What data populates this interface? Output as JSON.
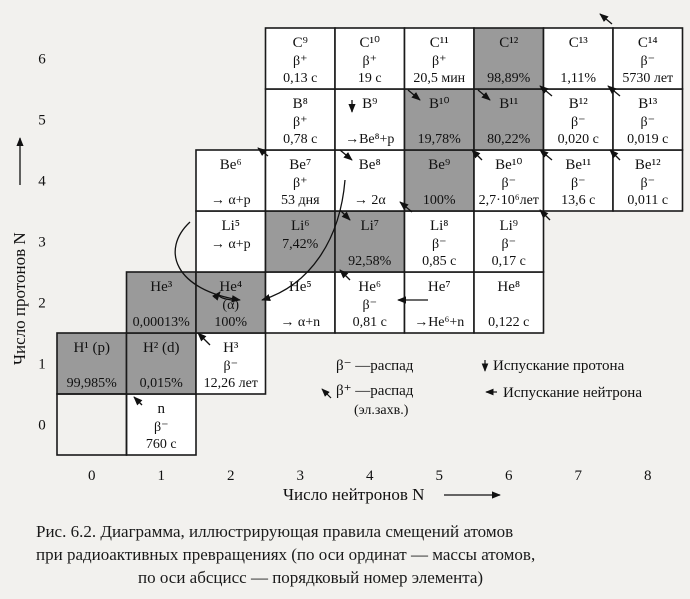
{
  "axes": {
    "y_label": "Число протонов N",
    "x_label": "Число нейтронов N",
    "x_ticks": [
      "0",
      "1",
      "2",
      "3",
      "4",
      "5",
      "6",
      "7",
      "8"
    ],
    "y_ticks": [
      "0",
      "1",
      "2",
      "3",
      "4",
      "5",
      "6"
    ]
  },
  "colors": {
    "shaded": "#9a9a9a",
    "white": "#ffffff",
    "line": "#1a1a1a"
  },
  "cells": [
    {
      "col": 1,
      "row": 0,
      "shaded": false,
      "name": "n",
      "lines": [
        "β⁻",
        "760 с"
      ]
    },
    {
      "col": 0,
      "row": 1,
      "shaded": true,
      "name": "H¹ (p)",
      "lines": [
        "",
        "99,985%"
      ]
    },
    {
      "col": 1,
      "row": 1,
      "shaded": true,
      "name": "H² (d)",
      "lines": [
        "",
        "0,015%"
      ]
    },
    {
      "col": 2,
      "row": 1,
      "shaded": false,
      "name": "H³",
      "lines": [
        "β⁻",
        "12,26 лет"
      ]
    },
    {
      "col": 1,
      "row": 2,
      "shaded": true,
      "name": "He³",
      "lines": [
        "",
        "0,00013%"
      ]
    },
    {
      "col": 2,
      "row": 2,
      "shaded": true,
      "name": "He⁴",
      "lines": [
        "(α)",
        "100%"
      ]
    },
    {
      "col": 3,
      "row": 2,
      "shaded": false,
      "name": "He⁵",
      "lines": [
        "",
        "→ α+n"
      ]
    },
    {
      "col": 4,
      "row": 2,
      "shaded": false,
      "name": "He⁶",
      "lines": [
        "β⁻",
        "0,81 с"
      ]
    },
    {
      "col": 5,
      "row": 2,
      "shaded": false,
      "name": "He⁷",
      "lines": [
        "",
        "→He⁶+n"
      ]
    },
    {
      "col": 6,
      "row": 2,
      "shaded": false,
      "name": "He⁸",
      "lines": [
        "",
        "0,122 с"
      ]
    },
    {
      "col": 2,
      "row": 3,
      "shaded": false,
      "name": "Li⁵",
      "lines": [
        "→ α+p",
        ""
      ]
    },
    {
      "col": 3,
      "row": 3,
      "shaded": true,
      "name": "Li⁶",
      "lines": [
        "7,42%",
        ""
      ]
    },
    {
      "col": 4,
      "row": 3,
      "shaded": true,
      "name": "Li⁷",
      "lines": [
        "",
        "92,58%"
      ]
    },
    {
      "col": 5,
      "row": 3,
      "shaded": false,
      "name": "Li⁸",
      "lines": [
        "β⁻",
        "0,85 с"
      ]
    },
    {
      "col": 6,
      "row": 3,
      "shaded": false,
      "name": "Li⁹",
      "lines": [
        "β⁻",
        "0,17 с"
      ]
    },
    {
      "col": 2,
      "row": 4,
      "shaded": false,
      "name": "Be⁶",
      "lines": [
        "",
        "→ α+p"
      ]
    },
    {
      "col": 3,
      "row": 4,
      "shaded": false,
      "name": "Be⁷",
      "lines": [
        "β⁺",
        "53 дня"
      ]
    },
    {
      "col": 4,
      "row": 4,
      "shaded": false,
      "name": "Be⁸",
      "lines": [
        "",
        "→ 2α"
      ]
    },
    {
      "col": 5,
      "row": 4,
      "shaded": true,
      "name": "Be⁹",
      "lines": [
        "",
        "100%"
      ]
    },
    {
      "col": 6,
      "row": 4,
      "shaded": false,
      "name": "Be¹⁰",
      "lines": [
        "β⁻",
        "2,7·10⁶лет"
      ]
    },
    {
      "col": 7,
      "row": 4,
      "shaded": false,
      "name": "Be¹¹",
      "lines": [
        "β⁻",
        "13,6 с"
      ]
    },
    {
      "col": 8,
      "row": 4,
      "shaded": false,
      "name": "Be¹²",
      "lines": [
        "β⁻",
        "0,011 с"
      ]
    },
    {
      "col": 3,
      "row": 5,
      "shaded": false,
      "name": "B⁸",
      "lines": [
        "β⁺",
        "0,78 с"
      ]
    },
    {
      "col": 4,
      "row": 5,
      "shaded": false,
      "name": "B⁹",
      "lines": [
        "",
        "→Be⁸+p"
      ]
    },
    {
      "col": 5,
      "row": 5,
      "shaded": true,
      "name": "B¹⁰",
      "lines": [
        "",
        "19,78%"
      ]
    },
    {
      "col": 6,
      "row": 5,
      "shaded": true,
      "name": "B¹¹",
      "lines": [
        "",
        "80,22%"
      ]
    },
    {
      "col": 7,
      "row": 5,
      "shaded": false,
      "name": "B¹²",
      "lines": [
        "β⁻",
        "0,020 с"
      ]
    },
    {
      "col": 8,
      "row": 5,
      "shaded": false,
      "name": "B¹³",
      "lines": [
        "β⁻",
        "0,019 с"
      ]
    },
    {
      "col": 3,
      "row": 6,
      "shaded": false,
      "name": "C⁹",
      "lines": [
        "β⁺",
        "0,13 с"
      ]
    },
    {
      "col": 4,
      "row": 6,
      "shaded": false,
      "name": "C¹⁰",
      "lines": [
        "β⁺",
        "19 с"
      ]
    },
    {
      "col": 5,
      "row": 6,
      "shaded": false,
      "name": "C¹¹",
      "lines": [
        "β⁺",
        "20,5 мин"
      ]
    },
    {
      "col": 6,
      "row": 6,
      "shaded": true,
      "name": "C¹²",
      "lines": [
        "",
        "98,89%"
      ]
    },
    {
      "col": 7,
      "row": 6,
      "shaded": false,
      "name": "C¹³",
      "lines": [
        "",
        "1,11%"
      ]
    },
    {
      "col": 8,
      "row": 6,
      "shaded": false,
      "name": "C¹⁴",
      "lines": [
        "β⁻",
        "5730 лет"
      ]
    }
  ],
  "legend": {
    "beta_minus": "β⁻ —распад",
    "beta_plus": "β⁺ —распад",
    "beta_plus_note": "(эл.захв.)",
    "proton_emission": "Испускание протона",
    "neutron_emission": "Испускание нейтрона"
  },
  "caption": {
    "line1": "Рис. 6.2. Диаграмма, иллюстрирующая правила смещений атомов",
    "line2": "при радиоактивных превращениях (по оси ординат — массы атомов,",
    "line3": "по оси абсцисс — порядковый номер элемента)"
  }
}
